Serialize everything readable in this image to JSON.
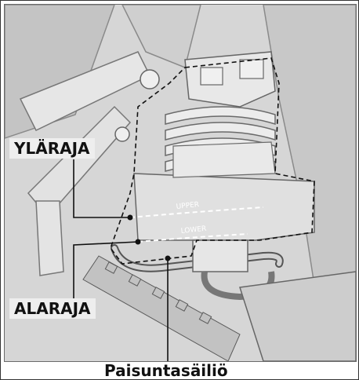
{
  "labels": {
    "upper_limit": "YLÄRAJA",
    "lower_limit": "ALARAJA",
    "reservoir": "Paisuntasäiliö"
  },
  "markings": {
    "upper": "UPPER",
    "lower": "LOWER"
  }
}
